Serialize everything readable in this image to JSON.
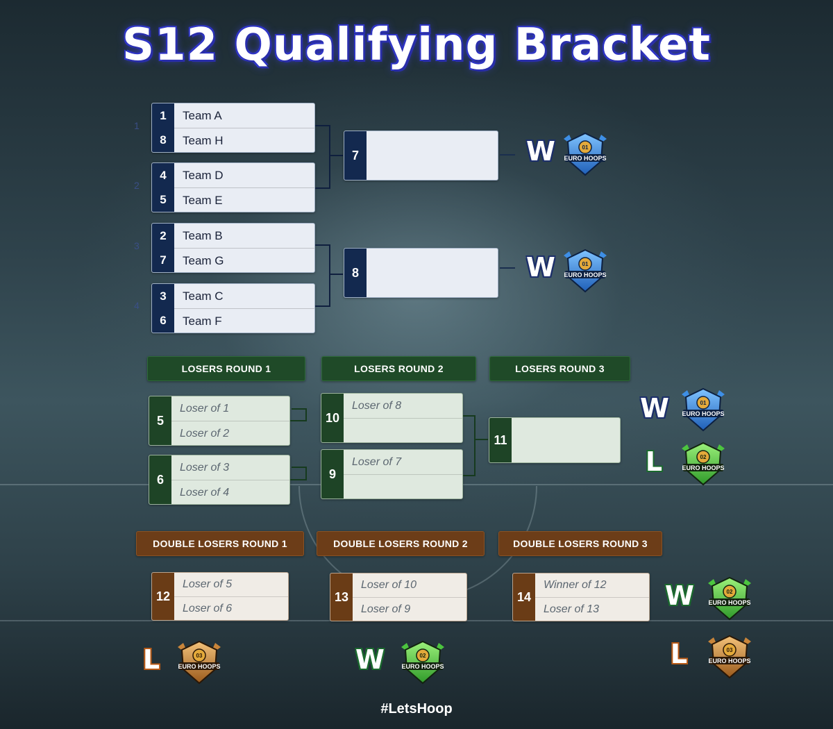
{
  "title": "S12 Qualifying Bracket",
  "hashtag": "#LetsHoop",
  "logo_text": "EURO HOOPS",
  "colors": {
    "title_outline": "#2a2fa8",
    "winners_navy": "#13294f",
    "losers_green": "#1e4426",
    "double_losers_brown": "#6a3c16",
    "w_green": "#1b6a2e",
    "l_orange": "#b85a17"
  },
  "winners_bracket": {
    "group_labels": [
      "1",
      "2",
      "3",
      "4"
    ],
    "groups": [
      {
        "top": {
          "seed": "1",
          "team": "Team A"
        },
        "bottom": {
          "seed": "8",
          "team": "Team H"
        }
      },
      {
        "top": {
          "seed": "4",
          "team": "Team D"
        },
        "bottom": {
          "seed": "5",
          "team": "Team E"
        }
      },
      {
        "top": {
          "seed": "2",
          "team": "Team B"
        },
        "bottom": {
          "seed": "7",
          "team": "Team G"
        }
      },
      {
        "top": {
          "seed": "3",
          "team": "Team C"
        },
        "bottom": {
          "seed": "6",
          "team": "Team F"
        }
      }
    ],
    "results": [
      {
        "number": "7",
        "outcome": "W",
        "badge": "01"
      },
      {
        "number": "8",
        "outcome": "W",
        "badge": "01"
      }
    ]
  },
  "losers_bracket": {
    "headers": [
      "LOSERS ROUND 1",
      "LOSERS ROUND 2",
      "LOSERS ROUND 3"
    ],
    "matches": [
      {
        "number": "5",
        "top": "Loser of 1",
        "bottom": "Loser of 2"
      },
      {
        "number": "6",
        "top": "Loser of 3",
        "bottom": "Loser of 4"
      },
      {
        "number": "10",
        "top": "Loser of 8",
        "bottom": ""
      },
      {
        "number": "9",
        "top": "Loser of 7",
        "bottom": ""
      },
      {
        "number": "11",
        "top": "",
        "bottom": ""
      }
    ],
    "outcomes": [
      {
        "label": "W",
        "badge": "01"
      },
      {
        "label": "L",
        "badge": "02"
      }
    ]
  },
  "double_losers_bracket": {
    "headers": [
      "DOUBLE LOSERS ROUND 1",
      "DOUBLE LOSERS ROUND 2",
      "DOUBLE LOSERS ROUND 3"
    ],
    "matches": [
      {
        "number": "12",
        "top": "Loser of 5",
        "bottom": "Loser of 6"
      },
      {
        "number": "13",
        "top": "Loser of 10",
        "bottom": "Loser of 9"
      },
      {
        "number": "14",
        "top": "Winner of 12",
        "bottom": "Loser of 13"
      }
    ],
    "outcomes": [
      {
        "label": "W",
        "badge": "02"
      },
      {
        "label": "L",
        "badge": "03"
      },
      {
        "label": "W",
        "badge": "02"
      },
      {
        "label": "L",
        "badge": "03"
      }
    ]
  }
}
